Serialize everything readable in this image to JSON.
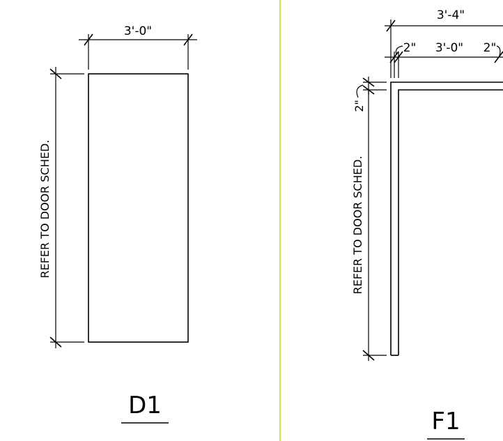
{
  "details": [
    {
      "tag": "D1",
      "width_label": "3'-0\"",
      "height_label": "REFER TO DOOR SCHED."
    },
    {
      "tag": "F1",
      "overall_width_label": "3'-4\"",
      "left_jamb_label": "2\"",
      "opening_width_label": "3'-0\"",
      "right_jamb_label": "2\"",
      "head_label": "2\"",
      "height_label": "REFER TO DOOR SCHED."
    }
  ],
  "colors": {
    "divider": "#c6e35a",
    "ink": "#000000",
    "background": "#ffffff"
  }
}
